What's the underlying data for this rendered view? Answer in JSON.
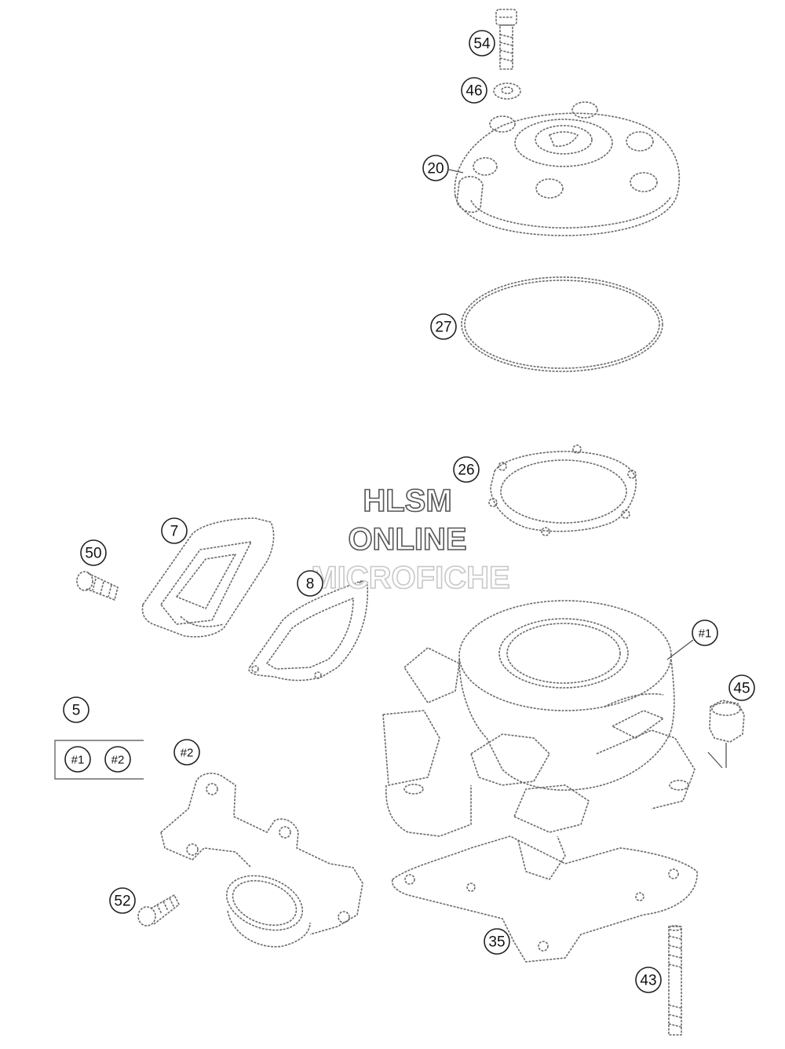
{
  "watermark": {
    "line1": "HLSM",
    "line2": "ONLINE",
    "line3": "MICROFICHE"
  },
  "callouts": {
    "c54": "54",
    "c46": "46",
    "c20": "20",
    "c27": "27",
    "c26": "26",
    "c7": "7",
    "c50": "50",
    "c8": "8",
    "c1": "#1",
    "c45": "45",
    "c5": "5",
    "c2": "#2",
    "c52": "52",
    "c35": "35",
    "c43": "43"
  },
  "kit_box": {
    "item1": "#1",
    "item2": "#2"
  },
  "colors": {
    "line_art": "#6a6a6a",
    "callout_stroke": "#222222",
    "background": "#ffffff"
  }
}
